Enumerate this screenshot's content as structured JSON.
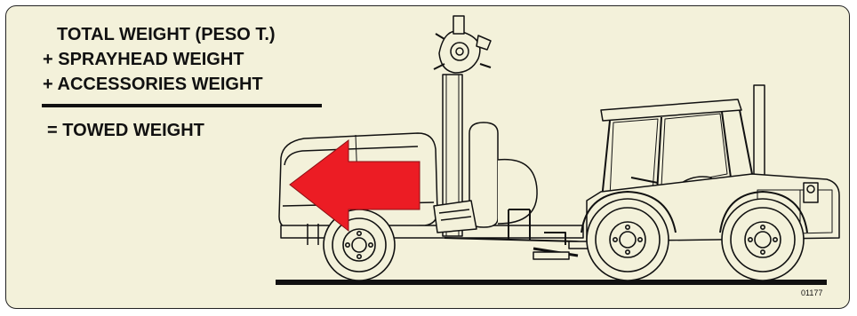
{
  "formula": {
    "line1": "TOTAL WEIGHT (PESO T.)",
    "line2": "+ SPRAYHEAD WEIGHT",
    "line3": "+ ACCESSORIES WEIGHT",
    "result": "= TOWED WEIGHT"
  },
  "reference_code": "01177",
  "colors": {
    "background": "#f3f1da",
    "arrow": "#ec1c24",
    "ink": "#111111"
  },
  "icons": [
    "red-arrow-left-icon",
    "sprayer-trailer-icon",
    "tractor-icon"
  ]
}
